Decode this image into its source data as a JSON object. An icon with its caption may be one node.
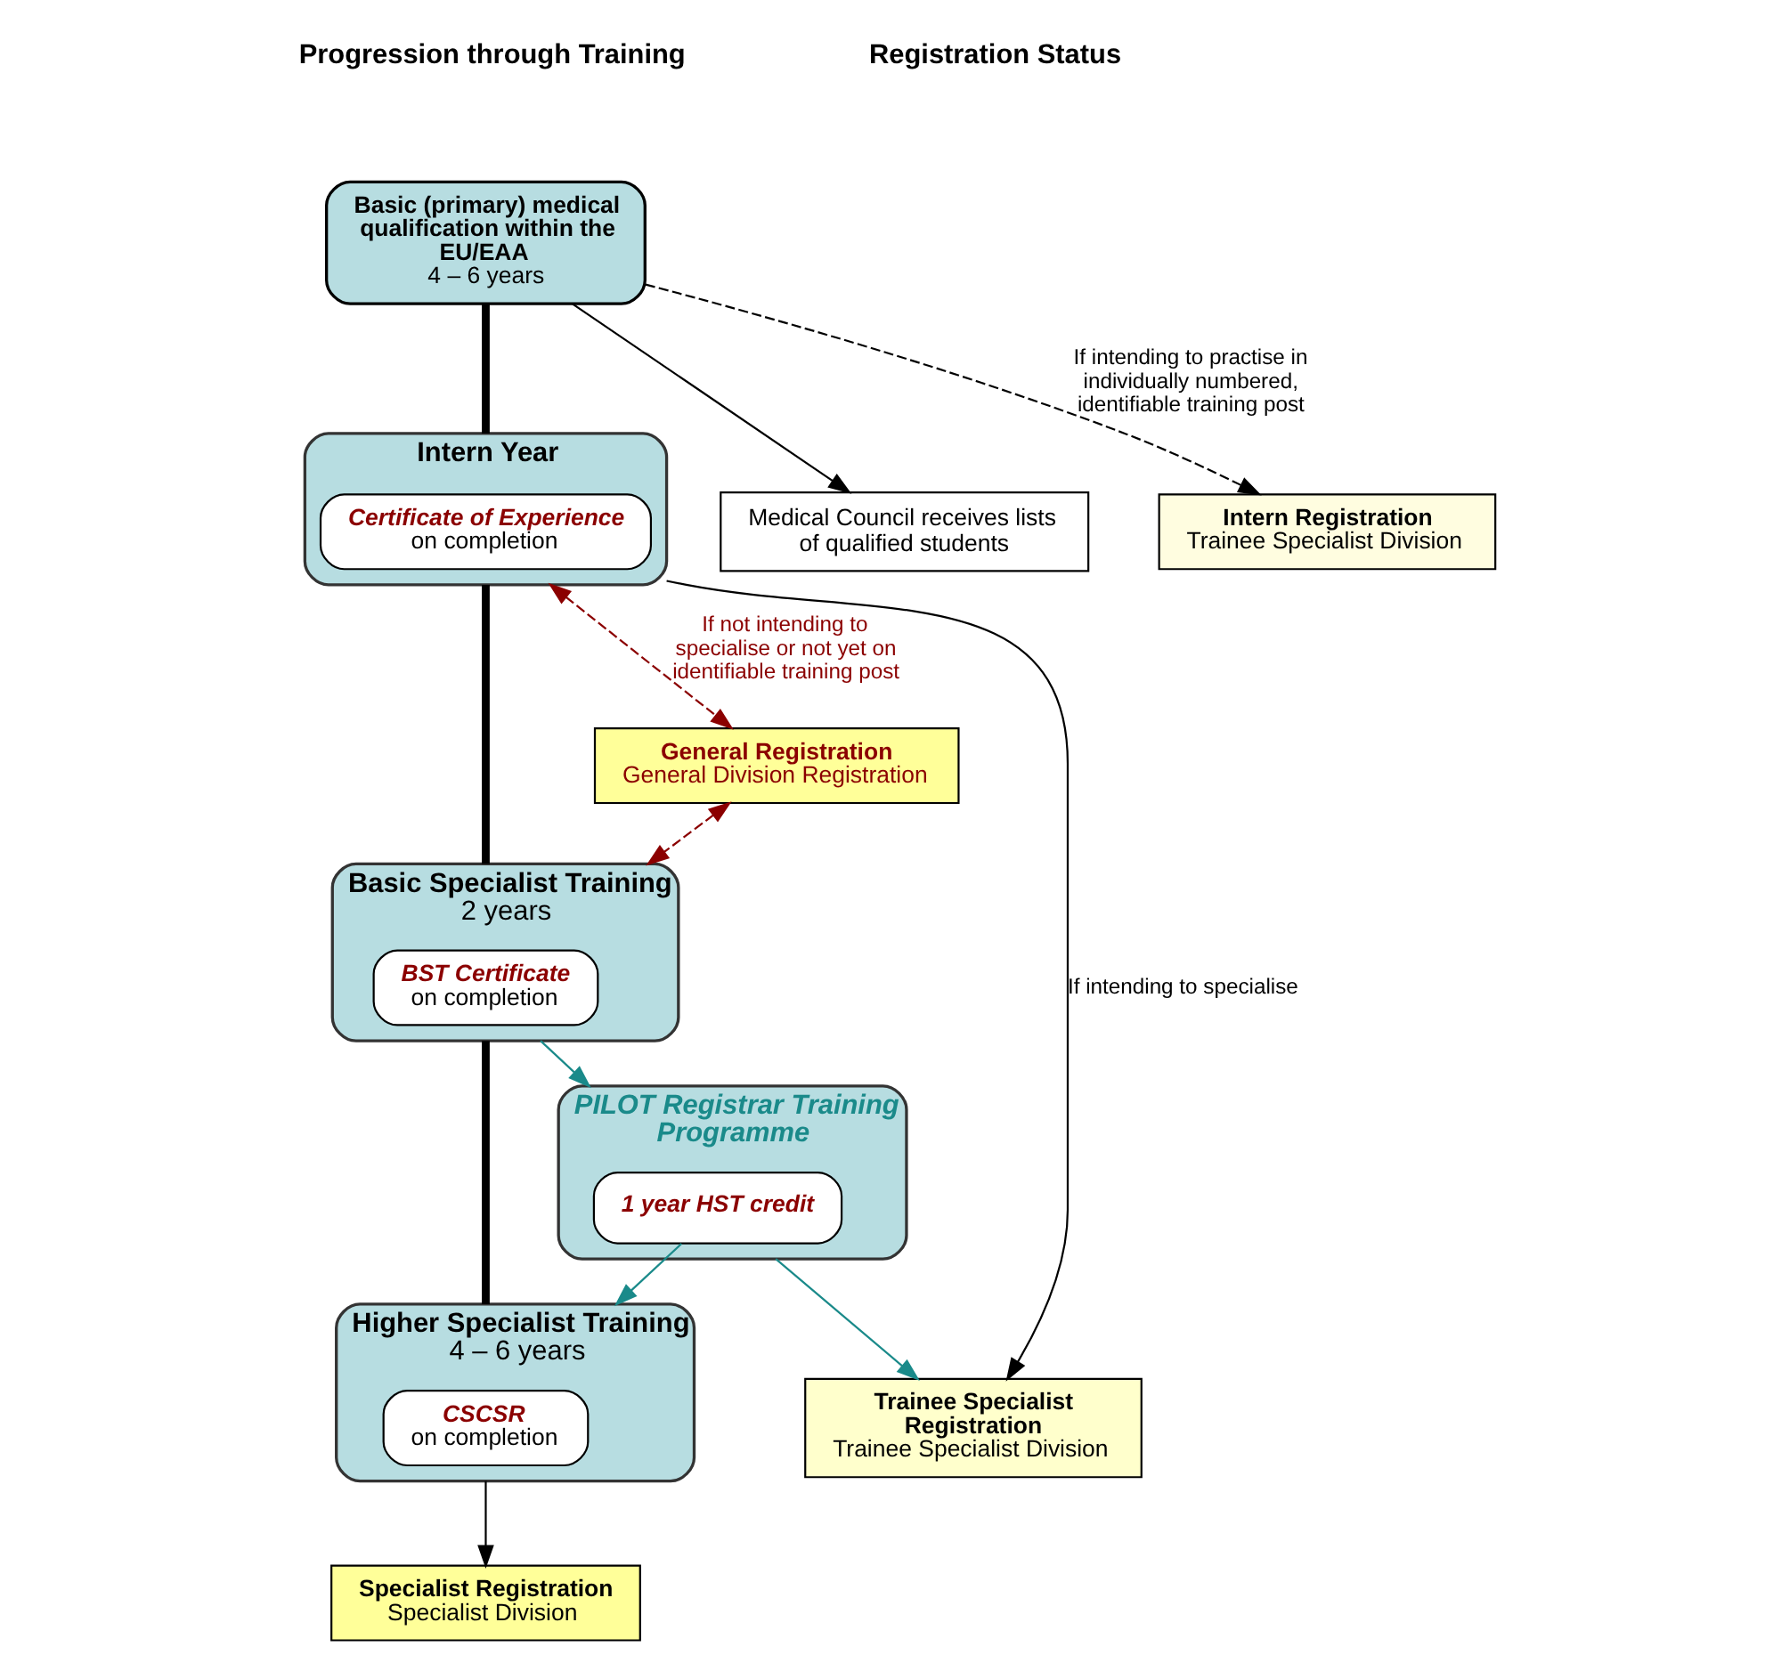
{
  "diagram": {
    "nodes": [
      {
        "text": [
          "Basic (primary) medical qualification within the EU/EAA",
          "4 – 6 years"
        ]
      },
      {
        "text": [
          "Intern Year"
        ]
      },
      {
        "text": [
          "Certificate of Experience",
          "on completion"
        ],
        "in": 1
      },
      {
        "text": [
          "Basic Specialist Training",
          "2 years"
        ]
      },
      {
        "text": [
          "BST Certificate",
          "on completion"
        ],
        "in": 3
      },
      {
        "text": [
          "Higher Specialist Training",
          "4 – 6 years"
        ]
      },
      {
        "text": [
          "CSCSR",
          "on completion"
        ],
        "in": 5
      },
      {
        "text": [
          "PILOT Registrar Training Programme"
        ]
      },
      {
        "text": [
          "1 year HST credit"
        ],
        "in": 7
      },
      {
        "text": [
          "Medical Council receives lists of qualified students"
        ]
      },
      {
        "text": [
          "Intern Registration",
          "Trainee Specialist Division"
        ]
      },
      {
        "text": [
          "General Registration",
          "General Division Registration"
        ]
      },
      {
        "text": [
          "Trainee Specialist Registration",
          "Trainee Specialist Division"
        ]
      },
      {
        "text": [
          "Specialist Registration",
          "Specialist Division"
        ]
      }
    ],
    "edges": [
      {
        "from": 0,
        "to": 9,
        "arrow": "to"
      },
      {
        "from": 0,
        "to": 1,
        "arrow": "none",
        "style": "thick"
      },
      {
        "from": 0,
        "to": 10,
        "arrow": "to",
        "style": "dashed",
        "label": "If intending to practise in individually numbered, identifiable training post"
      },
      {
        "from": 1,
        "to": 11,
        "arrow": "both",
        "style": "dashed",
        "color": "#8b0000",
        "label": "If not intending to specialise or not yet on identifiable training post"
      },
      {
        "from": 1,
        "to": 3,
        "arrow": "none",
        "style": "thick"
      },
      {
        "from": 1,
        "to": 12,
        "arrow": "to",
        "label": "If intending to specialise"
      },
      {
        "from": 11,
        "to": 3,
        "arrow": "both",
        "style": "dashed",
        "color": "#8b0000"
      },
      {
        "from": 3,
        "to": 5,
        "arrow": "none",
        "style": "thick"
      },
      {
        "from": 3,
        "to": 7,
        "arrow": "to",
        "color": "#1a8a8a"
      },
      {
        "from": 7,
        "to": 12,
        "arrow": "to",
        "color": "#1a8a8a"
      },
      {
        "from": 8,
        "to": 5,
        "arrow": "to",
        "color": "#1a8a8a"
      },
      {
        "from": 5,
        "to": 13,
        "arrow": "to"
      }
    ],
    "labels": [
      "Progression through Training",
      "Registration Status"
    ]
  }
}
